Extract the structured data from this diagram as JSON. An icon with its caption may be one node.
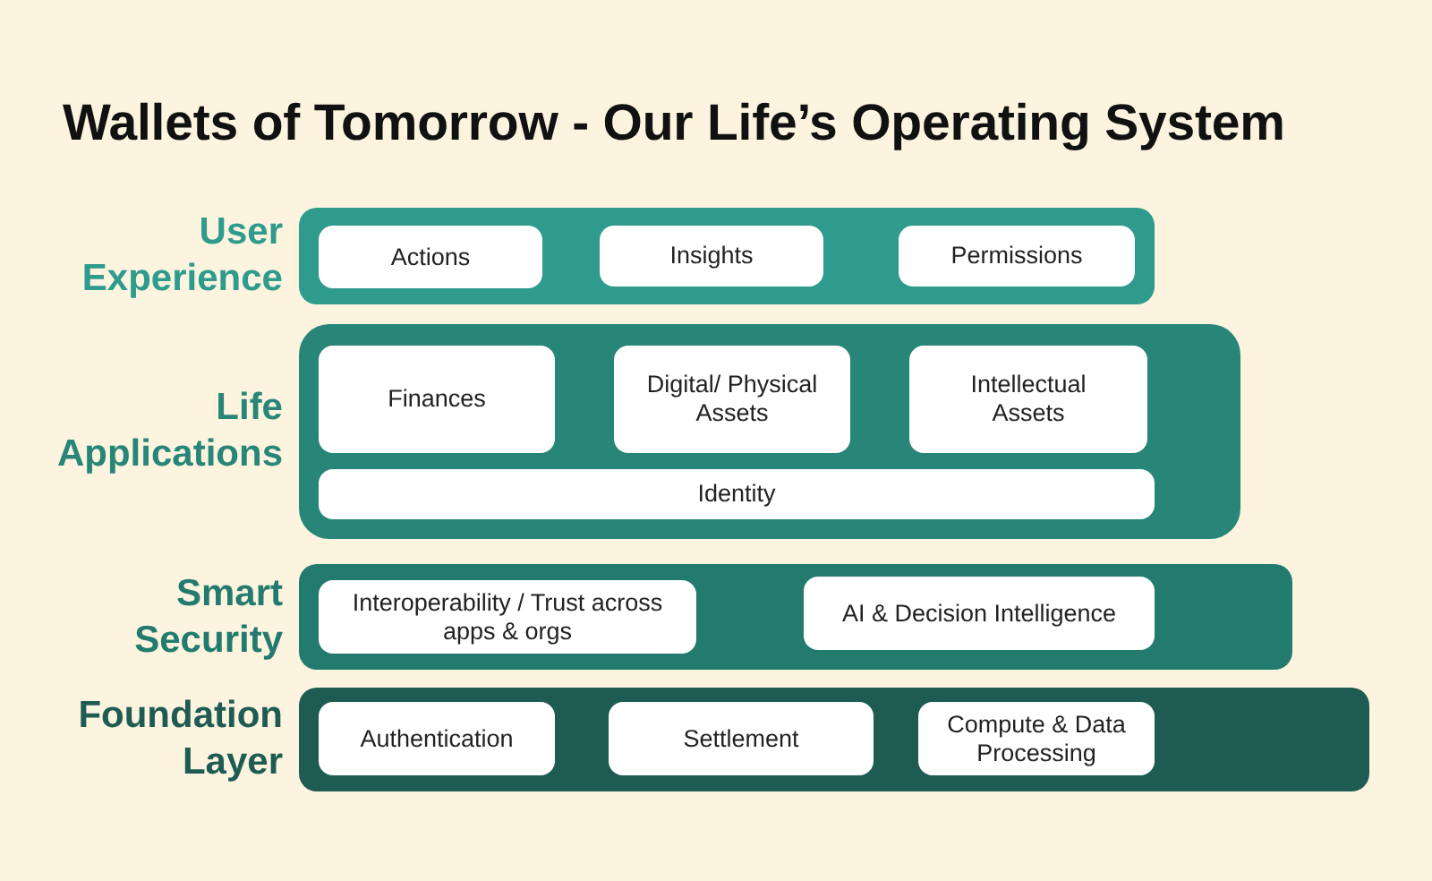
{
  "diagram": {
    "title": "Wallets of Tomorrow - Our Life’s Operating System",
    "nodes": [
      {
        "text": [
          "User Experience"
        ]
      },
      {
        "text": [
          "Actions"
        ],
        "in": 0
      },
      {
        "text": [
          "Insights"
        ],
        "in": 0
      },
      {
        "text": [
          "Permissions"
        ],
        "in": 0
      },
      {
        "text": [
          "Life Applications"
        ]
      },
      {
        "text": [
          "Finances"
        ],
        "in": 4
      },
      {
        "text": [
          "Digital/ Physical Assets"
        ],
        "in": 4
      },
      {
        "text": [
          "Intellectual Assets"
        ],
        "in": 4
      },
      {
        "text": [
          "Identity"
        ],
        "in": 4
      },
      {
        "text": [
          "Smart Security"
        ]
      },
      {
        "text": [
          "Interoperability / Trust across apps & orgs"
        ],
        "in": 9
      },
      {
        "text": [
          "AI & Decision Intelligence"
        ],
        "in": 9
      },
      {
        "text": [
          "Foundation Layer"
        ]
      },
      {
        "text": [
          "Authentication"
        ],
        "in": 12
      },
      {
        "text": [
          "Settlement"
        ],
        "in": 12
      },
      {
        "text": [
          "Compute & Data Processing"
        ],
        "in": 12
      }
    ]
  }
}
